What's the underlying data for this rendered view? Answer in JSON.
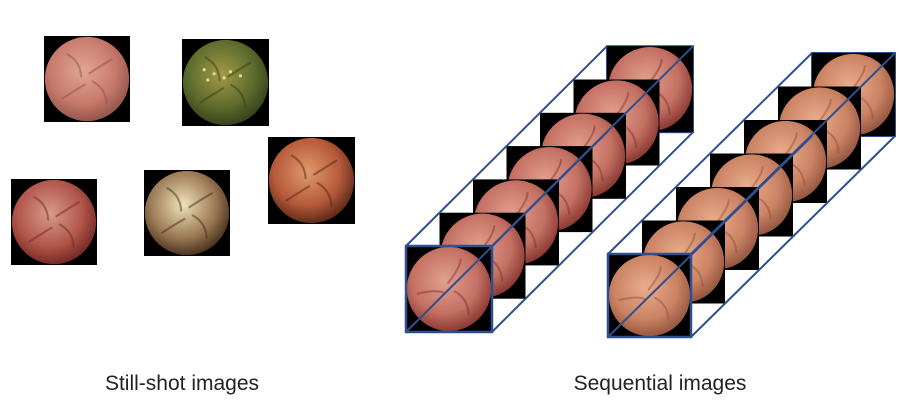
{
  "labels": {
    "still_shot": "Still-shot images",
    "sequential": "Sequential images"
  },
  "still_shots": [
    {
      "tone": "pink-folds",
      "base": "#e2a596",
      "mid": "#c77a6c",
      "dark": "#8a4e45"
    },
    {
      "tone": "green-bubbles",
      "base": "#a39a45",
      "mid": "#5d6b2d",
      "dark": "#2f3a16"
    },
    {
      "tone": "red-folds",
      "base": "#d99a8c",
      "mid": "#b1564c",
      "dark": "#6a1f1c"
    },
    {
      "tone": "debris",
      "base": "#efe2b8",
      "mid": "#9b7a55",
      "dark": "#3a2414"
    },
    {
      "tone": "orange-debris",
      "base": "#e09a6c",
      "mid": "#b65a3a",
      "dark": "#4b2010"
    }
  ],
  "sequences": [
    {
      "name": "sequence-1",
      "frames": 7,
      "base": "#e2a08f",
      "mid": "#c47063",
      "dark": "#7e2e29"
    },
    {
      "name": "sequence-2",
      "frames": 7,
      "base": "#e9ad8b",
      "mid": "#cb8364",
      "dark": "#8a4e3a"
    }
  ],
  "colors": {
    "frame_stroke": "#2f4f8f",
    "frame_bg": "#000000",
    "caption": "#222222"
  }
}
